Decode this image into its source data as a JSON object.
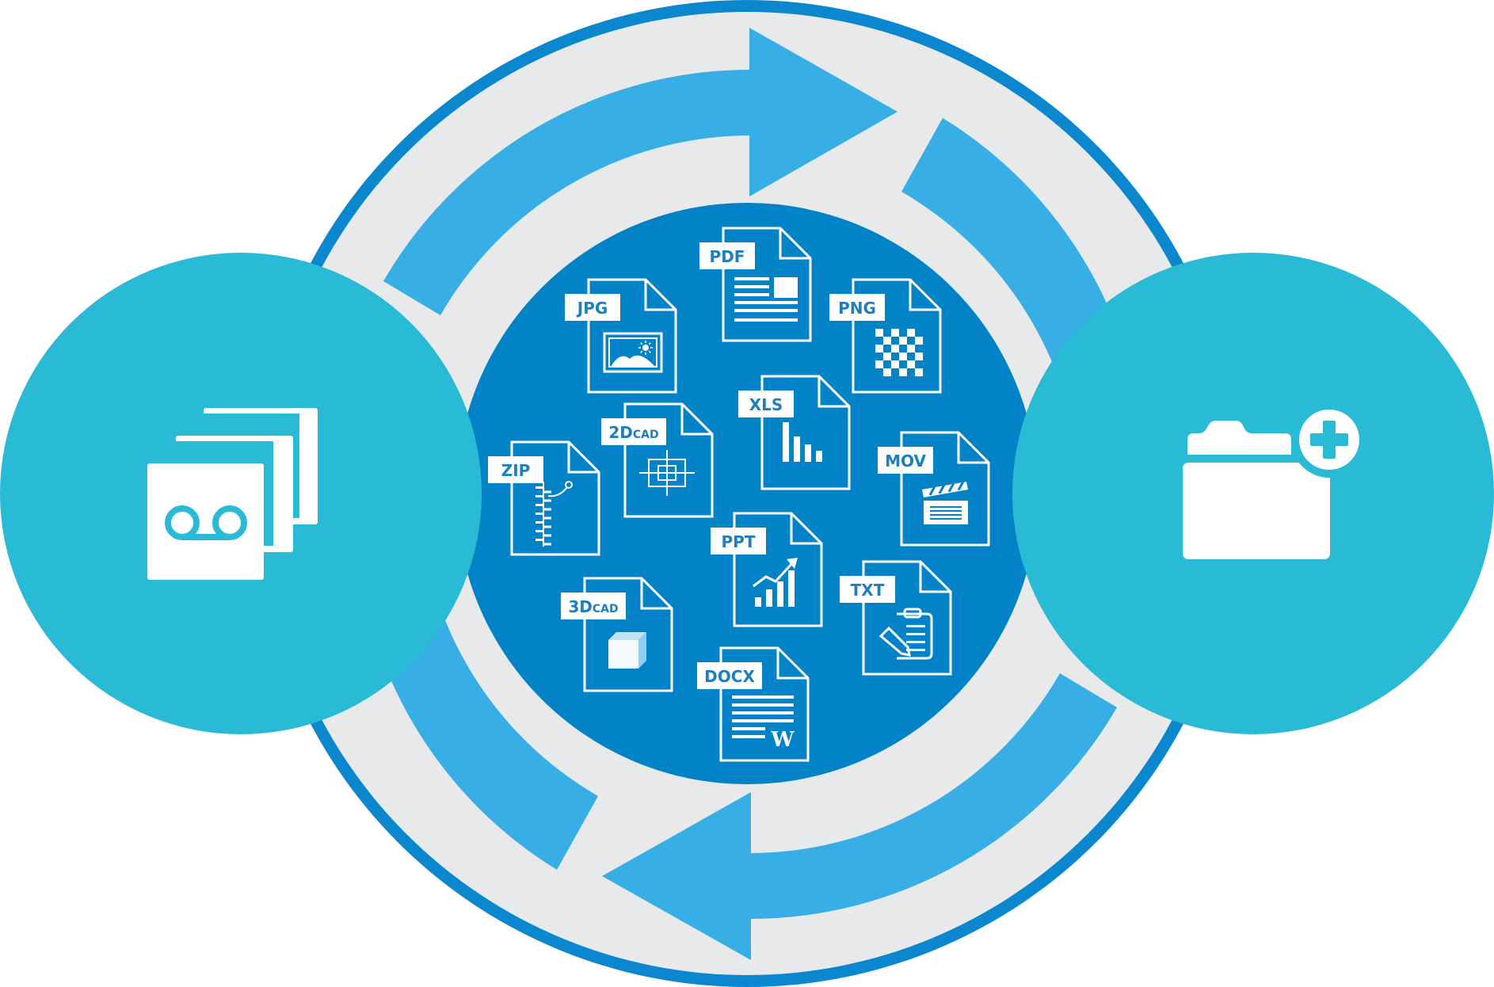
{
  "colors": {
    "outer_ring": "#0a87cf",
    "track": "#e8e9ea",
    "arrow": "#37aee6",
    "center": "#0283c8",
    "side_circle": "#29bad6",
    "icon": "#ffffff",
    "label_text": "#1c7fc1",
    "cube_front": "#f3f9fd",
    "cube_top": "#bfe3f5",
    "cube_side": "#8ecff0"
  },
  "left_node": {
    "icon": "voicemail-stack-icon"
  },
  "right_node": {
    "icon": "folder-add-icon"
  },
  "files": [
    {
      "label": "PDF",
      "glyph": "document-text-icon"
    },
    {
      "label": "JPG",
      "glyph": "image-icon"
    },
    {
      "label": "PNG",
      "glyph": "checkerboard-icon"
    },
    {
      "label": "XLS",
      "glyph": "bar-chart-icon"
    },
    {
      "label": "2D",
      "label_suffix": "CAD",
      "glyph": "crosshair-icon"
    },
    {
      "label": "ZIP",
      "glyph": "zipper-icon"
    },
    {
      "label": "MOV",
      "glyph": "clapperboard-icon"
    },
    {
      "label": "PPT",
      "glyph": "growth-chart-icon"
    },
    {
      "label": "TXT",
      "glyph": "clipboard-pencil-icon"
    },
    {
      "label": "3D",
      "label_suffix": "CAD",
      "glyph": "cube-icon"
    },
    {
      "label": "DOCX",
      "glyph": "word-document-icon"
    }
  ]
}
